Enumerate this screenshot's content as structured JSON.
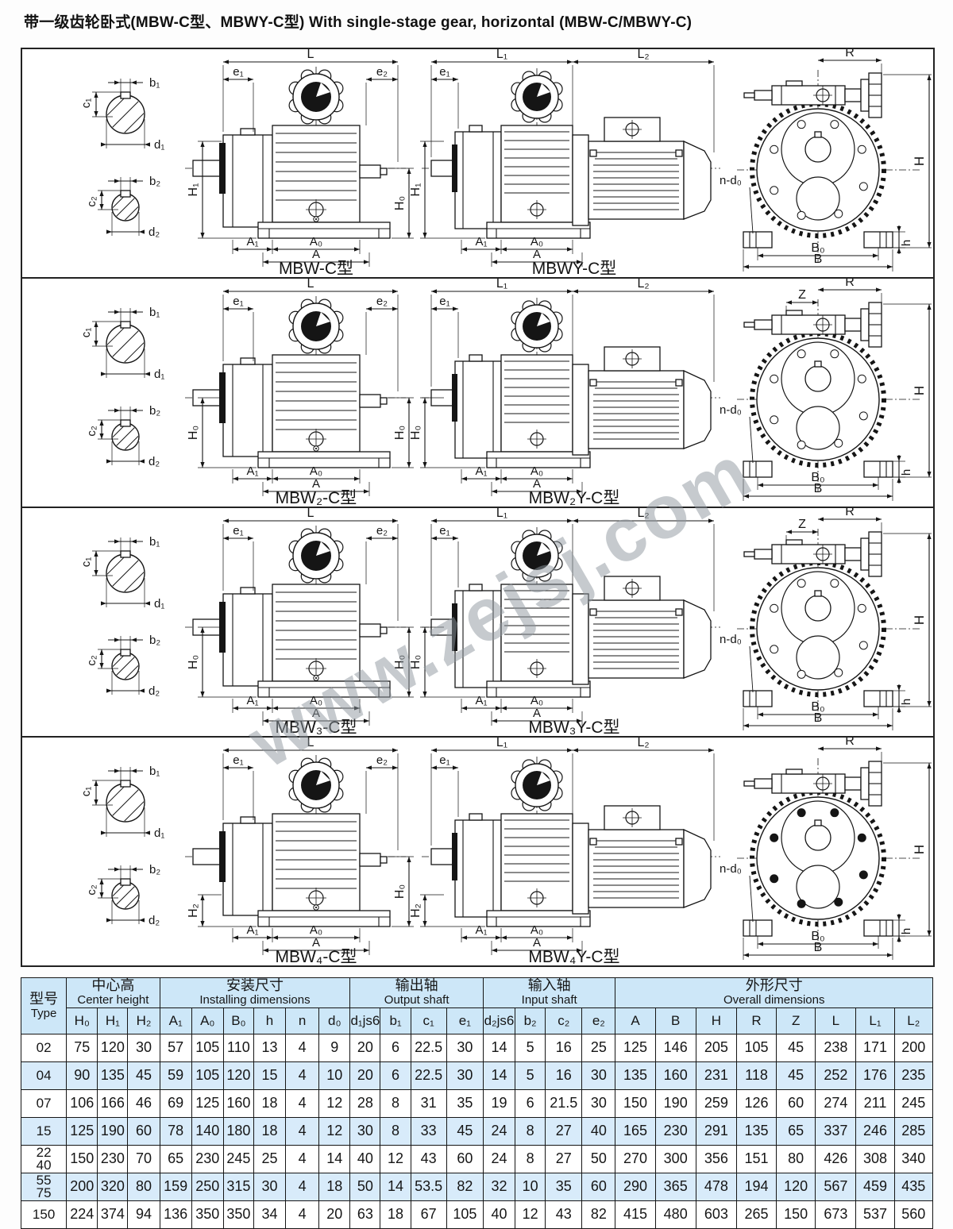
{
  "title": "带一级齿轮卧式(MBW-C型、MBWY-C型)  With single-stage gear, horizontal (MBW-C/MBWY-C)",
  "watermark": "www.zejsj.com",
  "dims": {
    "L": "L",
    "L1": "L₁",
    "L2": "L₂",
    "e1": "e₁",
    "e2": "e₂",
    "H1": "H₁",
    "H0": "H₀",
    "H2": "H₂",
    "A1": "A₁",
    "A0": "A₀",
    "A": "A",
    "R": "R",
    "Z": "Z",
    "H": "H",
    "nd0": "n-d₀",
    "B0": "B₀",
    "B": "B",
    "h": "h",
    "b1": "b₁",
    "c1": "c₁",
    "d1": "d₁",
    "b2": "b₂",
    "c2": "c₂",
    "d2": "d₂"
  },
  "panels": [
    {
      "label": "MBW-C型",
      "label_y": "MBWY-C型",
      "left_dim": "H1",
      "has_z": false
    },
    {
      "label": "MBW₂-C型",
      "label_y": "MBW₂Y-C型",
      "left_dim": "H0",
      "has_z": true
    },
    {
      "label": "MBW₃-C型",
      "label_y": "MBW₃Y-C型",
      "left_dim": "H0",
      "has_z": true
    },
    {
      "label": "MBW₄-C型",
      "label_y": "MBW₄Y-C型",
      "left_dim": "H2",
      "has_z": false
    }
  ],
  "table": {
    "type_header": {
      "cn": "型号",
      "en": "Type"
    },
    "groups": [
      {
        "cn": "中心高",
        "en": "Center height",
        "span": 3
      },
      {
        "cn": "安装尺寸",
        "en": "Installing dimensions",
        "span": 6
      },
      {
        "cn": "输出轴",
        "en": "Output shaft",
        "span": 4
      },
      {
        "cn": "输入轴",
        "en": "Input shaft",
        "span": 4
      },
      {
        "cn": "外形尺寸",
        "en": "Overall dimensions",
        "span": 8
      }
    ],
    "columns": [
      "H₀",
      "H₁",
      "H₂",
      "A₁",
      "A₀",
      "B₀",
      "h",
      "n",
      "d₀",
      "d₁js6",
      "b₁",
      "c₁",
      "e₁",
      "d₂js6",
      "b₂",
      "c₂",
      "e₂",
      "A",
      "B",
      "H",
      "R",
      "Z",
      "L",
      "L₁",
      "L₂"
    ],
    "rows": [
      [
        "02",
        "75",
        "120",
        "30",
        "57",
        "105",
        "110",
        "13",
        "4",
        "9",
        "20",
        "6",
        "22.5",
        "30",
        "14",
        "5",
        "16",
        "25",
        "125",
        "146",
        "205",
        "105",
        "45",
        "238",
        "171",
        "200"
      ],
      [
        "04",
        "90",
        "135",
        "45",
        "59",
        "105",
        "120",
        "15",
        "4",
        "10",
        "20",
        "6",
        "22.5",
        "30",
        "14",
        "5",
        "16",
        "30",
        "135",
        "160",
        "231",
        "118",
        "45",
        "252",
        "176",
        "235"
      ],
      [
        "07",
        "106",
        "166",
        "46",
        "69",
        "125",
        "160",
        "18",
        "4",
        "12",
        "28",
        "8",
        "31",
        "35",
        "19",
        "6",
        "21.5",
        "30",
        "150",
        "190",
        "259",
        "126",
        "60",
        "274",
        "211",
        "245"
      ],
      [
        "15",
        "125",
        "190",
        "60",
        "78",
        "140",
        "180",
        "18",
        "4",
        "12",
        "30",
        "8",
        "33",
        "45",
        "24",
        "8",
        "27",
        "40",
        "165",
        "230",
        "291",
        "135",
        "65",
        "337",
        "246",
        "285"
      ],
      [
        "22\n40",
        "150",
        "230",
        "70",
        "65",
        "230",
        "245",
        "25",
        "4",
        "14",
        "40",
        "12",
        "43",
        "60",
        "24",
        "8",
        "27",
        "50",
        "270",
        "300",
        "356",
        "151",
        "80",
        "426",
        "308",
        "340"
      ],
      [
        "55\n75",
        "200",
        "320",
        "80",
        "159",
        "250",
        "315",
        "30",
        "4",
        "18",
        "50",
        "14",
        "53.5",
        "82",
        "32",
        "10",
        "35",
        "60",
        "290",
        "365",
        "478",
        "194",
        "120",
        "567",
        "459",
        "435"
      ],
      [
        "150",
        "224",
        "374",
        "94",
        "136",
        "350",
        "350",
        "34",
        "4",
        "20",
        "63",
        "18",
        "67",
        "105",
        "40",
        "12",
        "43",
        "82",
        "415",
        "480",
        "603",
        "265",
        "150",
        "673",
        "537",
        "560"
      ]
    ],
    "colors": {
      "header_bg": "#cde7f8",
      "row_alt_bg": "#d8ebfa",
      "border": "#161616"
    }
  }
}
